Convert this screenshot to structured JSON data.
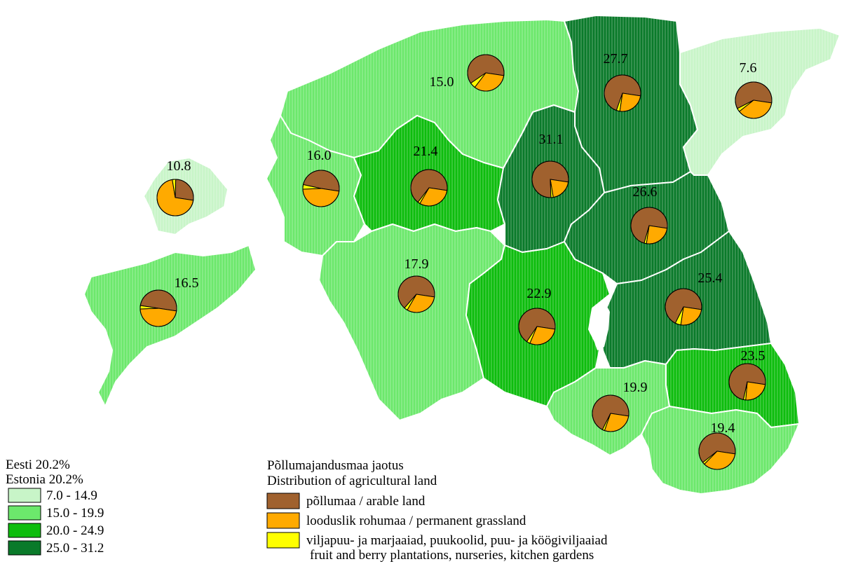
{
  "colors": {
    "class1": "#c8f5c8",
    "class2": "#6ce86c",
    "class3": "#0dbd0d",
    "class4": "#0a7a2a",
    "arable": "#a0612e",
    "grassland": "#ffaa00",
    "orchards": "#ffff00"
  },
  "legend_left": {
    "title_et": "Eesti 20.2%",
    "title_en": "Estonia 20.2%",
    "classes": [
      {
        "label": "7.0 - 14.9",
        "color": "#c8f5c8"
      },
      {
        "label": "15.0 - 19.9",
        "color": "#6ce86c"
      },
      {
        "label": "20.0 - 24.9",
        "color": "#0dbd0d"
      },
      {
        "label": "25.0 - 31.2",
        "color": "#0a7a2a"
      }
    ]
  },
  "legend_right": {
    "title_et": "Põllumajandusmaa jaotus",
    "title_en": "Distribution of agricultural land",
    "items": [
      {
        "label": "põllumaa / arable land",
        "color": "#a0612e"
      },
      {
        "label": "looduslik rohumaa / permanent grassland",
        "color": "#ffaa00"
      },
      {
        "label": "viljapuu- ja marjaaiad, puukoolid, puu- ja köögiviljaaiad",
        "label2": "fruit and berry plantations, nurseries, kitchen gardens",
        "color": "#ffff00"
      }
    ]
  },
  "counties": [
    {
      "value": "15.0",
      "class": 2,
      "pie": [
        0.62,
        0.33,
        0.05
      ]
    },
    {
      "value": "27.7",
      "class": 4,
      "pie": [
        0.72,
        0.25,
        0.03
      ]
    },
    {
      "value": "7.6",
      "class": 1,
      "pie": [
        0.6,
        0.37,
        0.03
      ]
    },
    {
      "value": "10.8",
      "class": 1,
      "pie": [
        0.27,
        0.7,
        0.03
      ]
    },
    {
      "value": "16.0",
      "class": 2,
      "pie": [
        0.49,
        0.47,
        0.04
      ]
    },
    {
      "value": "21.4",
      "class": 3,
      "pie": [
        0.67,
        0.31,
        0.02
      ]
    },
    {
      "value": "31.1",
      "class": 4,
      "pie": [
        0.78,
        0.2,
        0.02
      ]
    },
    {
      "value": "26.6",
      "class": 4,
      "pie": [
        0.73,
        0.25,
        0.02
      ]
    },
    {
      "value": "16.5",
      "class": 2,
      "pie": [
        0.5,
        0.47,
        0.03
      ]
    },
    {
      "value": "17.9",
      "class": 2,
      "pie": [
        0.66,
        0.31,
        0.03
      ]
    },
    {
      "value": "22.9",
      "class": 3,
      "pie": [
        0.68,
        0.29,
        0.03
      ]
    },
    {
      "value": "25.4",
      "class": 4,
      "pie": [
        0.7,
        0.25,
        0.05
      ]
    },
    {
      "value": "23.5",
      "class": 3,
      "pie": [
        0.74,
        0.24,
        0.02
      ]
    },
    {
      "value": "19.9",
      "class": 2,
      "pie": [
        0.7,
        0.28,
        0.02
      ]
    },
    {
      "value": "19.4",
      "class": 2,
      "pie": [
        0.63,
        0.35,
        0.02
      ]
    }
  ]
}
